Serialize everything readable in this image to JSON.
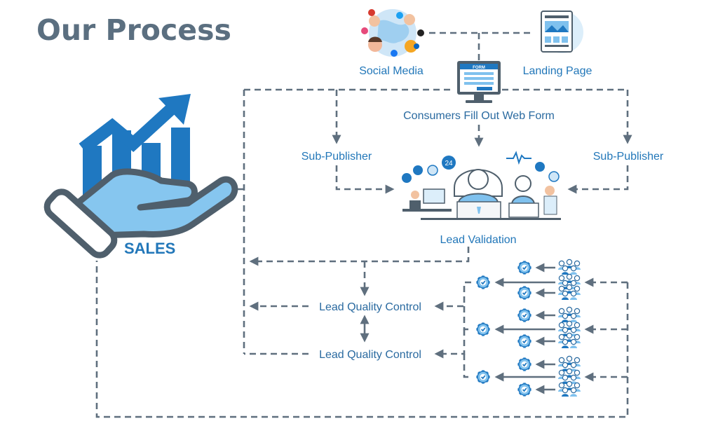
{
  "title": "Our Process",
  "nodes": {
    "social_media": "Social Media",
    "landing_page": "Landing Page",
    "web_form": "Consumers Fill Out Web Form",
    "form_header": "FORM",
    "sub_publisher_left": "Sub-Publisher",
    "sub_publisher_right": "Sub-Publisher",
    "lead_validation": "Lead Validation",
    "lead_quality_control_1": "Lead Quality Control",
    "lead_quality_control_2": "Lead Quality Control",
    "sales": "SALES",
    "support_badge": "24"
  },
  "colors": {
    "title": "#5b6f80",
    "label_blue": "#2277b9",
    "connector": "#5f6f7e",
    "icon_blue": "#1f78c1",
    "icon_light_blue": "#7fc1ee"
  },
  "icons": {
    "sales": "hand-with-growth-chart-icon",
    "social": "social-media-globe-icon",
    "landing": "landing-page-icon",
    "form": "web-form-monitor-icon",
    "validation": "call-center-agents-icon",
    "gear": "gear-check-icon",
    "group": "people-group-icon"
  }
}
